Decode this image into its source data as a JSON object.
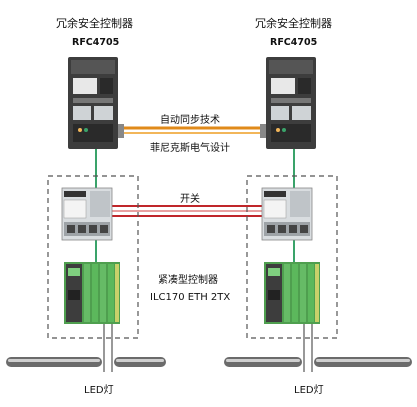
{
  "controllers": [
    {
      "title": "冗余安全控制器",
      "model": "RFC4705"
    },
    {
      "title": "冗余安全控制器",
      "model": "RFC4705"
    }
  ],
  "sync_label": "自动同步技术",
  "brand_label": "菲尼克斯电气设计",
  "switch_label": "开关",
  "compact_controller": {
    "title": "紧凑型控制器",
    "model": "ILC170 ETH 2TX"
  },
  "led_labels": [
    "LED灯",
    "LED灯"
  ],
  "colors": {
    "sync_cable": "#e08a1a",
    "switch_cable": "#c0262a",
    "ethernet": "#3aa36a",
    "device_dark": "#3d3d3d",
    "device_light": "#d9dde0",
    "io_green": "#5cb85c"
  }
}
